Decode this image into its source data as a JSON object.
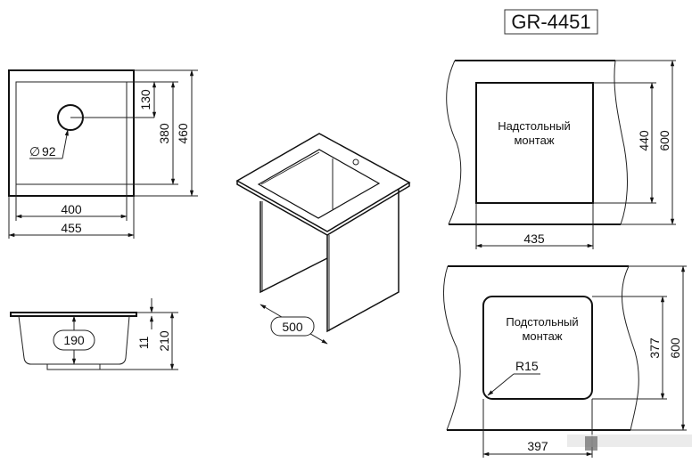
{
  "title": "GR-4451",
  "top_view": {
    "hole_diameter": "92",
    "hole_diameter_symbol": "∅",
    "hole_offset": "130",
    "inner_height": "380",
    "outer_height": "460",
    "inner_width": "400",
    "outer_width": "455"
  },
  "side_view": {
    "depth": "190",
    "rim_thickness": "11",
    "total_height": "210"
  },
  "isometric_view": {
    "cabinet_width": "500"
  },
  "countertop_mount": {
    "label_line1": "Надстольный",
    "label_line2": "монтаж",
    "cutout_height": "440",
    "counter_depth": "600",
    "cutout_width": "435"
  },
  "undermount": {
    "label_line1": "Подстольный",
    "label_line2": "монтаж",
    "corner_radius": "R15",
    "cutout_height": "377",
    "counter_depth": "600",
    "cutout_width": "397"
  }
}
